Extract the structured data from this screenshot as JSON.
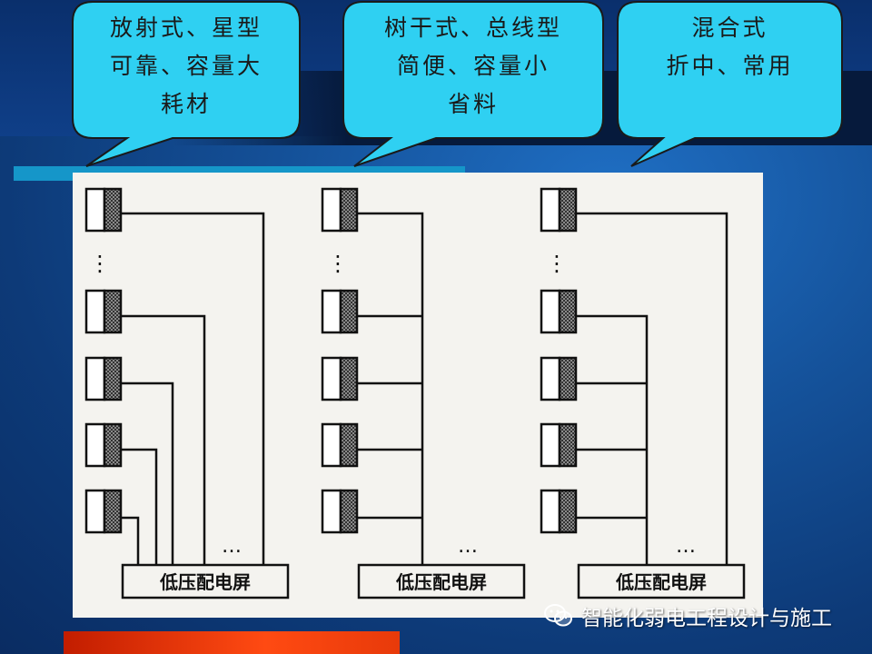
{
  "slide": {
    "title_fragment": "压配"
  },
  "bubbles": [
    {
      "lines": [
        "放射式、星型",
        "可靠、容量大",
        "耗材"
      ]
    },
    {
      "lines": [
        "树干式、总线型",
        "简便、容量小",
        "省料"
      ]
    },
    {
      "lines": [
        "混合式",
        "折中、常用"
      ]
    }
  ],
  "diagram": {
    "dots_vertical": "⋮",
    "dots_horizontal": "…",
    "screens": [
      "低压配电屏",
      "低压配电屏",
      "低压配电屏"
    ]
  },
  "watermark": {
    "text": "智能化弱电工程设计与施工",
    "icon": "wechat-icon"
  }
}
